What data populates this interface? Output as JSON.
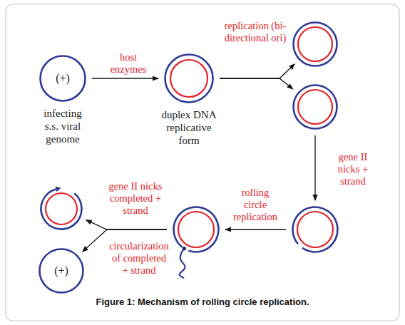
{
  "diagram": {
    "caption": "Figure 1: Mechanism of rolling circle replication.",
    "nodes": [
      {
        "text": [
          "(+)",
          "infecting s.s. viral genome"
        ]
      },
      {
        "text": [
          "duplex DNA replicative form"
        ]
      },
      {
        "text": []
      },
      {
        "text": []
      },
      {
        "text": []
      },
      {
        "text": []
      },
      {
        "text": []
      },
      {
        "text": [
          "(+)"
        ]
      }
    ],
    "edges": [
      {
        "from": 0,
        "to": 1,
        "arrow": "to",
        "label": "host enzymes"
      },
      {
        "from": 1,
        "to": 2,
        "arrow": "to",
        "label": "replication (bi-directional ori)"
      },
      {
        "from": 1,
        "to": 3,
        "arrow": "to"
      },
      {
        "from": 3,
        "to": 4,
        "arrow": "to",
        "label": "gene II nicks + strand"
      },
      {
        "from": 4,
        "to": 5,
        "arrow": "to",
        "label": "rolling circle replication"
      },
      {
        "from": 5,
        "to": 6,
        "arrow": "to",
        "label": "gene II nicks completed + strand"
      },
      {
        "from": 5,
        "to": 7,
        "arrow": "to",
        "label": "circularization of completed + strand"
      }
    ]
  }
}
